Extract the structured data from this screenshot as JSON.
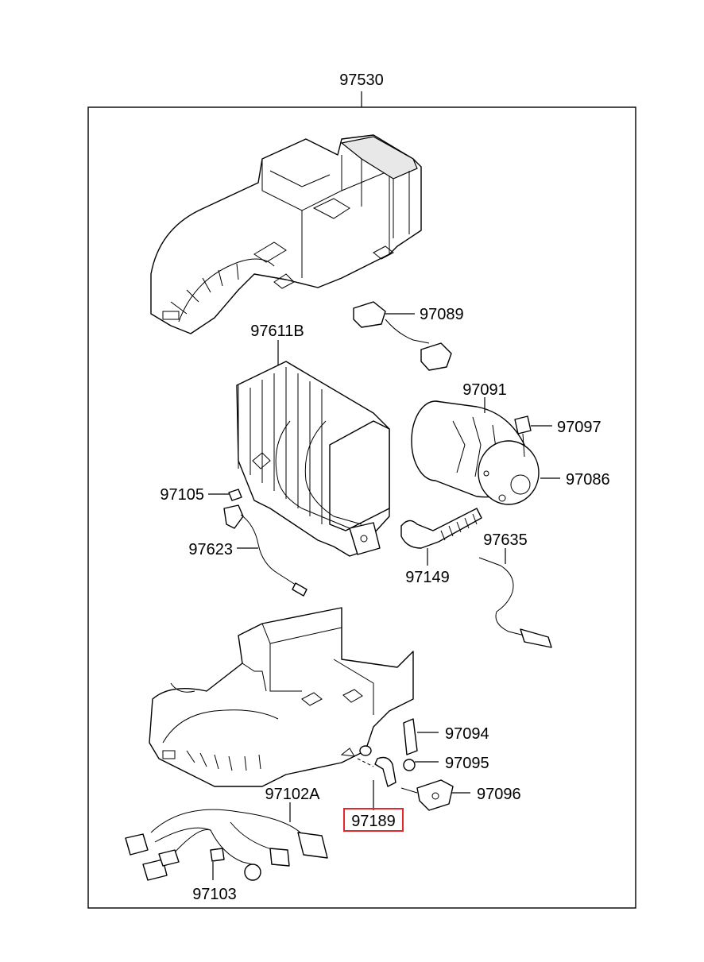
{
  "labels": {
    "assembly": "97530",
    "evaporator": "97611B",
    "resistor": "97089",
    "blower_motor": "97091",
    "relay": "97097",
    "motor_flange": "97086",
    "clip": "97105",
    "sensor": "97623",
    "duct_hose": "97149",
    "temp_sensor": "97635",
    "bracket_a": "97094",
    "bracket_b": "97095",
    "bracket_c": "97096",
    "drain_hose": "97189",
    "harness": "97102A",
    "harness_sub": "97103"
  },
  "colors": {
    "line": "#000000",
    "highlight": "#e0282e",
    "background": "#ffffff"
  },
  "highlighted_part": "drain_hose"
}
